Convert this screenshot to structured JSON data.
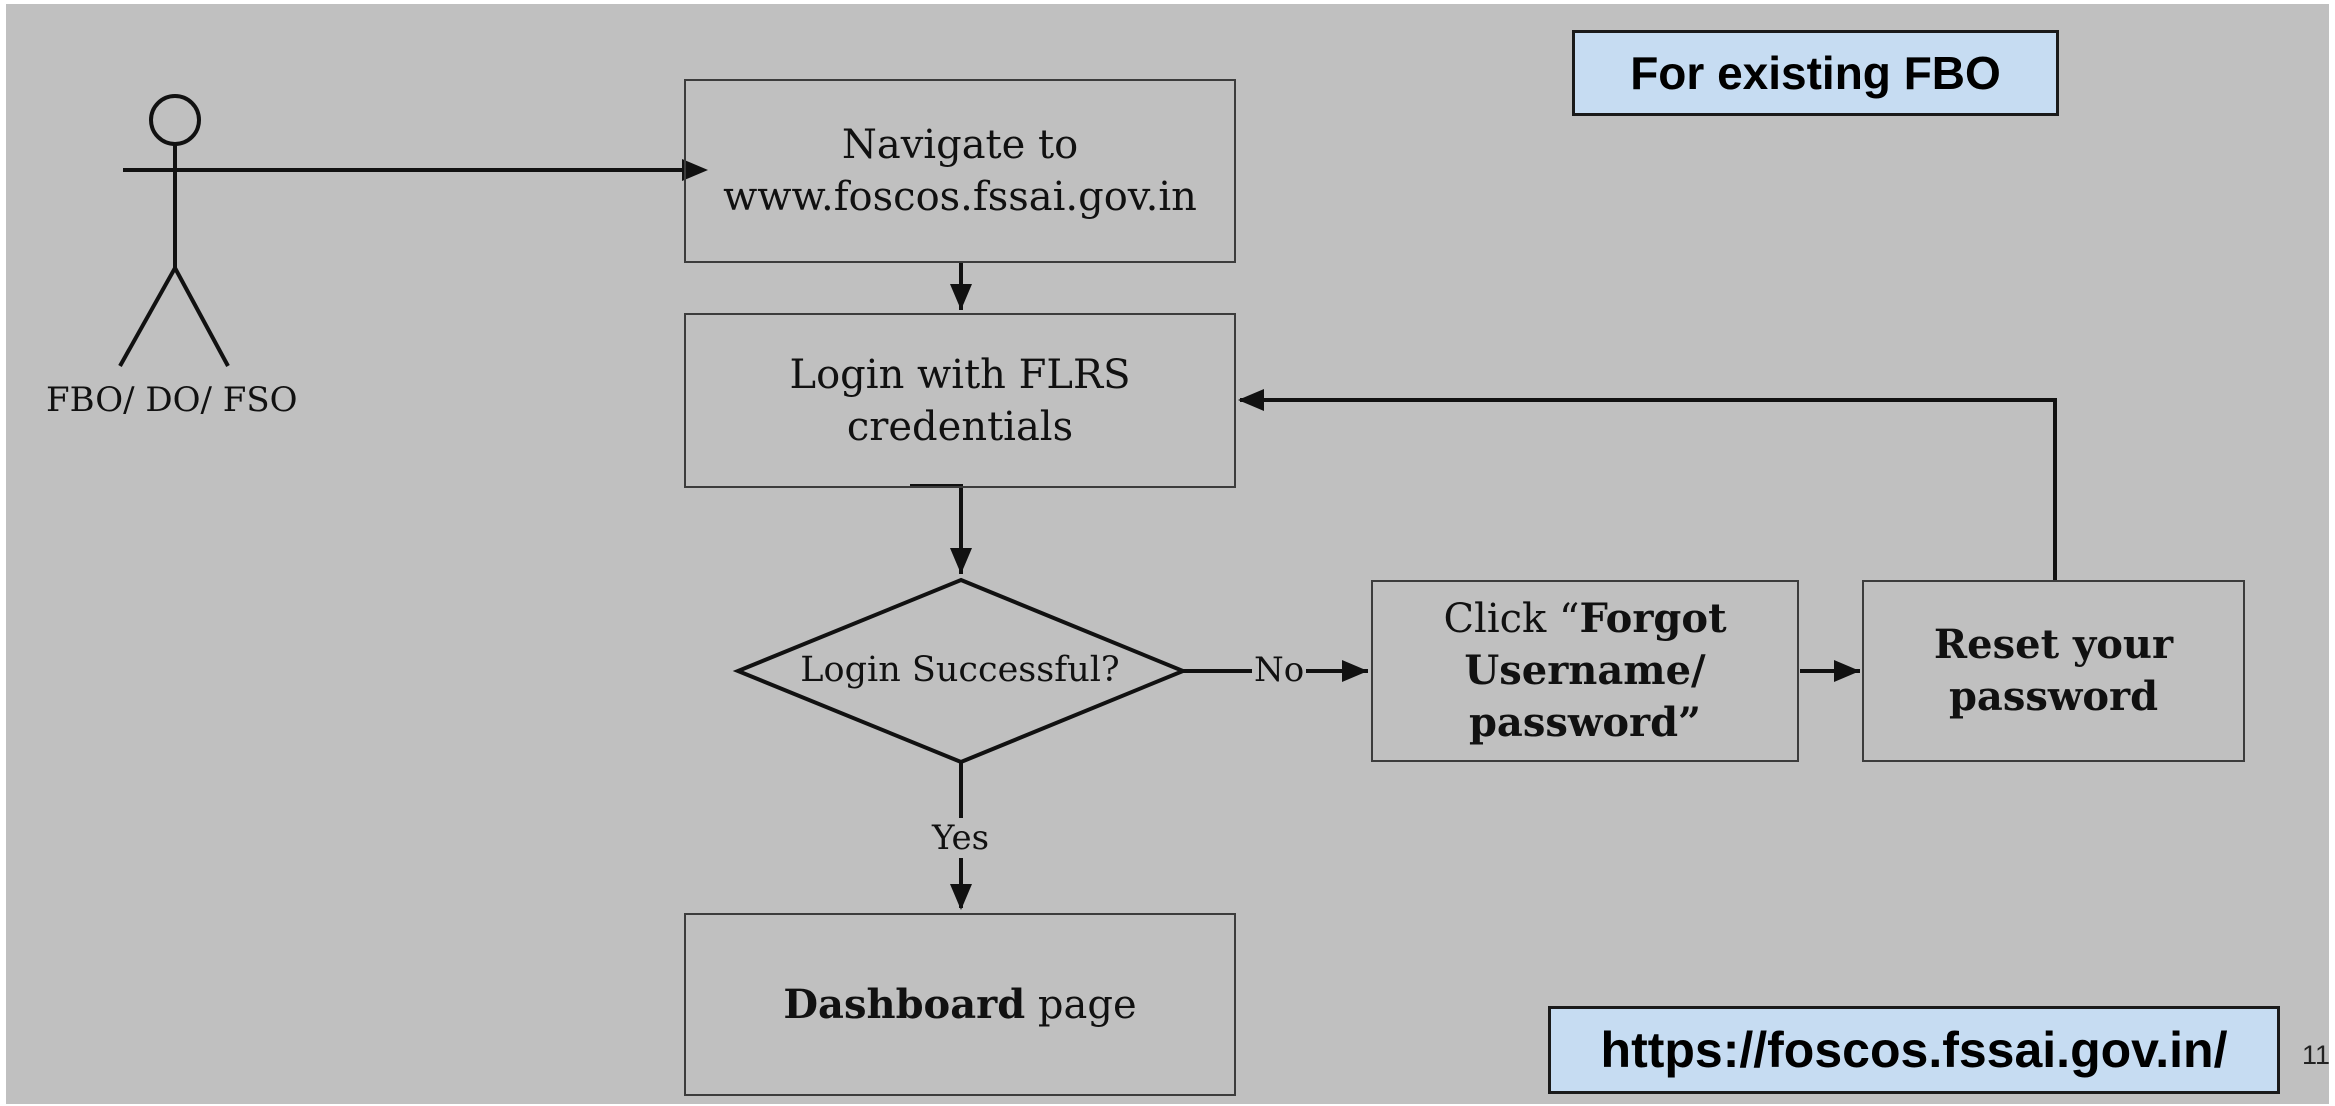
{
  "header": {
    "tag": "For existing FBO"
  },
  "actor": {
    "label": "FBO/ DO/ FSO"
  },
  "nodes": {
    "navigate": {
      "line1": "Navigate to",
      "line2": "www.foscos.fssai.gov.in"
    },
    "login": {
      "line1": "Login with FLRS",
      "line2": "credentials"
    },
    "decision": {
      "label": "Login Successful?"
    },
    "forgot": {
      "prefix": "Click “",
      "line1_bold": "Forgot",
      "line2": "Username/",
      "line3": "password”"
    },
    "reset": {
      "line1": "Reset your",
      "line2": "password"
    },
    "dashboard": {
      "bold": "Dashboard",
      "rest": " page"
    }
  },
  "edges": {
    "no_label": "No",
    "yes_label": "Yes"
  },
  "footer": {
    "url": "https://foscos.fssai.gov.in/",
    "page_number": "11"
  },
  "colors": {
    "background": "#c0c0c0",
    "tag_fill": "#c6dcf2",
    "line": "#111111"
  }
}
